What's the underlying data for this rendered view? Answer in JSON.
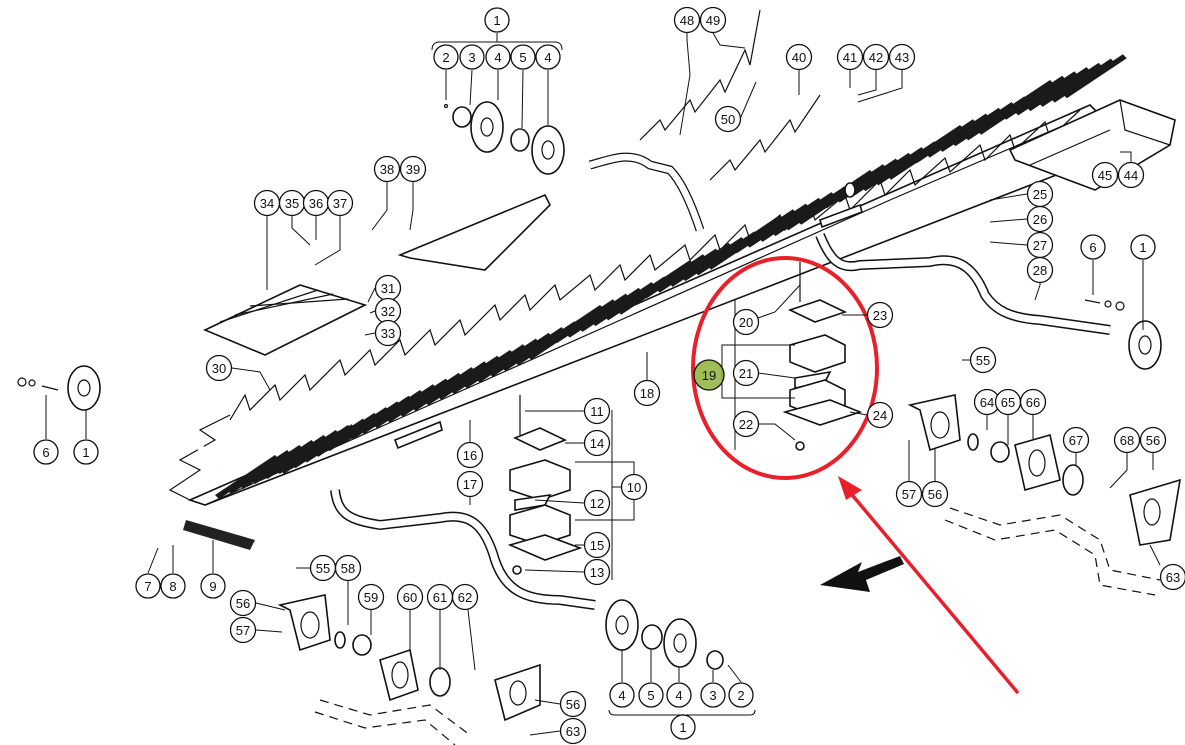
{
  "diagram": {
    "title": "Exploded parts diagram — straw walker / grate assembly",
    "highlight": {
      "part": "19",
      "color_ring": "#e8202a",
      "color_badge": "#8fb33a",
      "annotation": "red circle with pointing arrow"
    },
    "direction_arrow": "travel-direction-arrow",
    "callouts": [
      {
        "id": "c1a",
        "label": "1"
      },
      {
        "id": "c2a",
        "label": "2"
      },
      {
        "id": "c3a",
        "label": "3"
      },
      {
        "id": "c4a",
        "label": "4"
      },
      {
        "id": "c5a",
        "label": "5"
      },
      {
        "id": "c4b",
        "label": "4"
      },
      {
        "id": "c48",
        "label": "48"
      },
      {
        "id": "c49",
        "label": "49"
      },
      {
        "id": "c50",
        "label": "50"
      },
      {
        "id": "c40",
        "label": "40"
      },
      {
        "id": "c41",
        "label": "41"
      },
      {
        "id": "c42",
        "label": "42"
      },
      {
        "id": "c43",
        "label": "43"
      },
      {
        "id": "c45",
        "label": "45"
      },
      {
        "id": "c44",
        "label": "44"
      },
      {
        "id": "c38",
        "label": "38"
      },
      {
        "id": "c39",
        "label": "39"
      },
      {
        "id": "c34",
        "label": "34"
      },
      {
        "id": "c35",
        "label": "35"
      },
      {
        "id": "c36",
        "label": "36"
      },
      {
        "id": "c37",
        "label": "37"
      },
      {
        "id": "c31",
        "label": "31"
      },
      {
        "id": "c32",
        "label": "32"
      },
      {
        "id": "c33",
        "label": "33"
      },
      {
        "id": "c30",
        "label": "30"
      },
      {
        "id": "c25",
        "label": "25"
      },
      {
        "id": "c26",
        "label": "26"
      },
      {
        "id": "c27",
        "label": "27"
      },
      {
        "id": "c28",
        "label": "28"
      },
      {
        "id": "c6b",
        "label": "6"
      },
      {
        "id": "c1c",
        "label": "1"
      },
      {
        "id": "c20",
        "label": "20"
      },
      {
        "id": "c23",
        "label": "23"
      },
      {
        "id": "c19",
        "label": "19"
      },
      {
        "id": "c21",
        "label": "21"
      },
      {
        "id": "c22",
        "label": "22"
      },
      {
        "id": "c24",
        "label": "24"
      },
      {
        "id": "c18",
        "label": "18"
      },
      {
        "id": "c16",
        "label": "16"
      },
      {
        "id": "c17",
        "label": "17"
      },
      {
        "id": "c11",
        "label": "11"
      },
      {
        "id": "c14",
        "label": "14"
      },
      {
        "id": "c12",
        "label": "12"
      },
      {
        "id": "c15",
        "label": "15"
      },
      {
        "id": "c13",
        "label": "13"
      },
      {
        "id": "c10",
        "label": "10"
      },
      {
        "id": "c6a",
        "label": "6"
      },
      {
        "id": "c1b",
        "label": "1"
      },
      {
        "id": "c7",
        "label": "7"
      },
      {
        "id": "c8",
        "label": "8"
      },
      {
        "id": "c9",
        "label": "9"
      },
      {
        "id": "c55a",
        "label": "55"
      },
      {
        "id": "c58",
        "label": "58"
      },
      {
        "id": "c56a",
        "label": "56"
      },
      {
        "id": "c57a",
        "label": "57"
      },
      {
        "id": "c59",
        "label": "59"
      },
      {
        "id": "c60",
        "label": "60"
      },
      {
        "id": "c61",
        "label": "61"
      },
      {
        "id": "c62",
        "label": "62"
      },
      {
        "id": "c56b",
        "label": "56"
      },
      {
        "id": "c63a",
        "label": "63"
      },
      {
        "id": "c4c",
        "label": "4"
      },
      {
        "id": "c5b",
        "label": "5"
      },
      {
        "id": "c4d",
        "label": "4"
      },
      {
        "id": "c3b",
        "label": "3"
      },
      {
        "id": "c2b",
        "label": "2"
      },
      {
        "id": "c1d",
        "label": "1"
      },
      {
        "id": "c55b",
        "label": "55"
      },
      {
        "id": "c64",
        "label": "64"
      },
      {
        "id": "c65",
        "label": "65"
      },
      {
        "id": "c66",
        "label": "66"
      },
      {
        "id": "c67",
        "label": "67"
      },
      {
        "id": "c68",
        "label": "68"
      },
      {
        "id": "c56c",
        "label": "56"
      },
      {
        "id": "c57b",
        "label": "57"
      },
      {
        "id": "c56d",
        "label": "56"
      },
      {
        "id": "c63b",
        "label": "63"
      }
    ]
  }
}
